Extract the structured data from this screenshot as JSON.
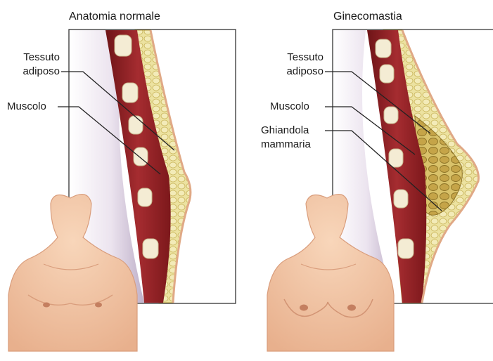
{
  "panels": [
    {
      "title": "Anatomia normale",
      "labels": {
        "adipose_line1": "Tessuto",
        "adipose_line2": "adiposo",
        "muscle": "Muscolo"
      }
    },
    {
      "title": "Ginecomastia",
      "labels": {
        "adipose_line1": "Tessuto",
        "adipose_line2": "adiposo",
        "muscle": "Muscolo",
        "gland_line1": "Ghiandola",
        "gland_line2": "mammaria"
      }
    }
  ],
  "colors": {
    "muscle": "#8e1f22",
    "muscle_light": "#b2373a",
    "fat": "#e9dd90",
    "fat_cell": "#d9c766",
    "gland": "#b79a3e",
    "rib": "#f4ecd4",
    "skin": "#f3c7a6",
    "skin_shadow": "#d99d7c",
    "shade": "#cfc2d6",
    "frame": "#333333"
  }
}
